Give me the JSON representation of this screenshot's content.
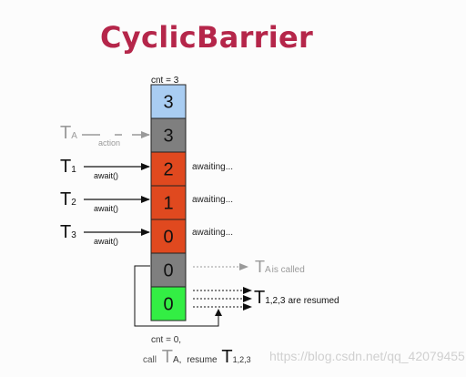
{
  "title": "CyclicBarrier",
  "cnt_top": "cnt = 3",
  "cells": [
    {
      "value": "3",
      "color": "#a9cdf2"
    },
    {
      "value": "3",
      "color": "#7f7f7f"
    },
    {
      "value": "2",
      "color": "#e0491f"
    },
    {
      "value": "1",
      "color": "#e0491f"
    },
    {
      "value": "0",
      "color": "#e0491f"
    },
    {
      "value": "0",
      "color": "#7f7f7f"
    },
    {
      "value": "0",
      "color": "#33ee44"
    }
  ],
  "ta": {
    "main": "T",
    "sub": "A",
    "label": "action"
  },
  "threads": [
    {
      "main": "T",
      "sub": "1",
      "label": "await()",
      "status": "awaiting..."
    },
    {
      "main": "T",
      "sub": "2",
      "label": "await()",
      "status": "awaiting..."
    },
    {
      "main": "T",
      "sub": "3",
      "label": "await()",
      "status": "awaiting..."
    }
  ],
  "ta_called": {
    "main": "T",
    "sub": "A",
    "text": "is called"
  },
  "resumed": {
    "main": "T",
    "sub": "1,2,3",
    "text": "are resumed"
  },
  "bottom": {
    "line1": "cnt = 0,",
    "call": "call",
    "ta_main": "T",
    "ta_sub": "A,",
    "resume": "resume",
    "t_main": "T",
    "t_sub": "1,2,3"
  },
  "watermark": "https://blog.csdn.net/qq_42079455",
  "colors": {
    "title": "#b5264a",
    "ta_gray": "#9a9a9a"
  }
}
